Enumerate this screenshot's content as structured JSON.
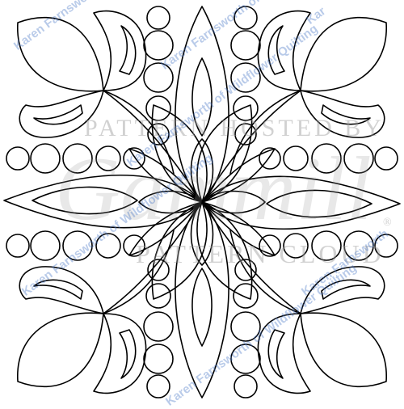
{
  "colors": {
    "line": "#000000",
    "background": "#ffffff",
    "watermark_blue": "#4a78c8",
    "watermark_grey": "#9a9a9a"
  },
  "watermarks": {
    "credit": "Karen Farnsworth of Wildflower Quilting",
    "credit_short": "Karen Farnsworth",
    "credit_fragment": "Kar",
    "hosted_top": "PATTERN HOSTED BY",
    "brand_script": "Gammill",
    "registered": "®",
    "hosted_bottom": "PATTERN CLOUD"
  }
}
